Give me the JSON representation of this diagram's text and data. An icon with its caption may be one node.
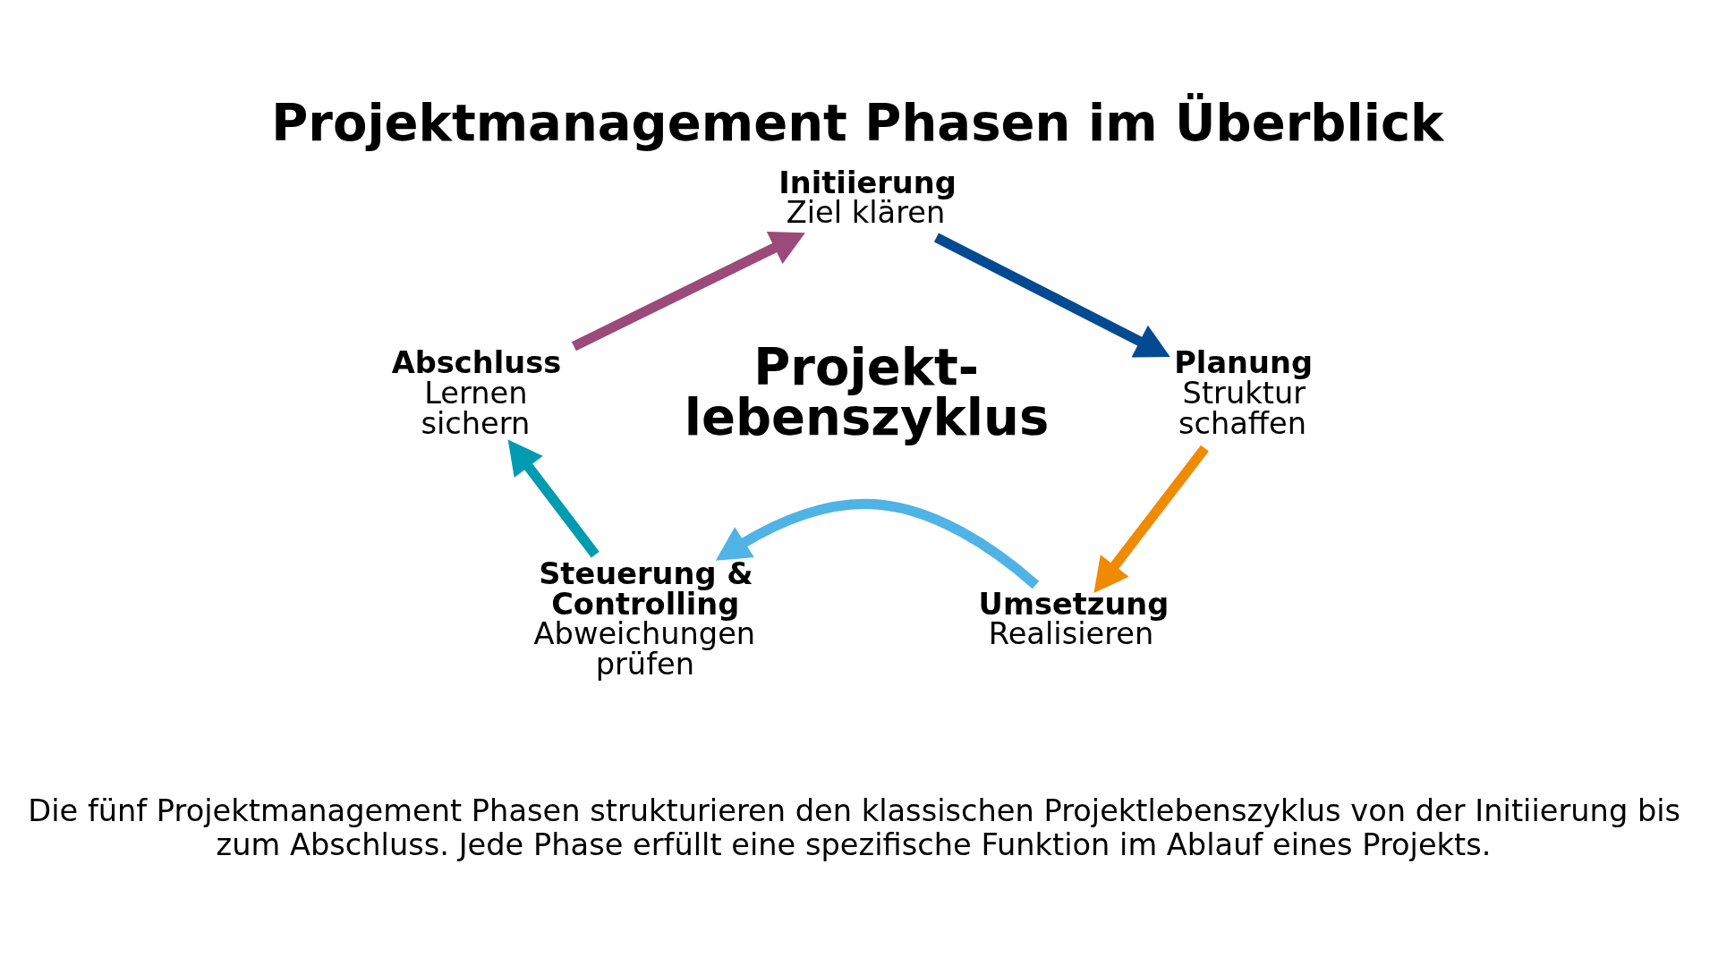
{
  "diagram": {
    "title": "Projektmanagement Phasen im Überblick",
    "caption": "Die fünf Projektmanagement Phasen strukturieren den klassischen Projektlebenszyklus von der Initiierung bis zum Abschluss. Jede Phase erfüllt eine spezifische Funktion im Ablauf eines Projekts.",
    "nodes": [
      {
        "text": [
          "Initiierung",
          "Ziel klären"
        ]
      },
      {
        "text": [
          "Abschluss",
          "Lernen sichern"
        ]
      },
      {
        "text": [
          "Planung",
          "Struktur schaffen"
        ]
      },
      {
        "text": [
          "Steuerung & Controlling",
          "Abweichungen prüfen"
        ]
      },
      {
        "text": [
          "Umsetzung",
          "Realisieren"
        ]
      }
    ],
    "edges": [
      {
        "from": 0,
        "to": 2,
        "arrow": "to",
        "color": "#034a93"
      },
      {
        "from": 2,
        "to": 4,
        "arrow": "to",
        "color": "#f08a00"
      },
      {
        "from": 4,
        "to": 3,
        "arrow": "to",
        "color": "#4fb3e6"
      },
      {
        "from": 3,
        "to": 1,
        "arrow": "to",
        "color": "#009bb0"
      },
      {
        "from": 1,
        "to": 0,
        "arrow": "to",
        "color": "#9b4a7a"
      }
    ],
    "labels": [
      "Projekt- lebenszyklus"
    ]
  }
}
